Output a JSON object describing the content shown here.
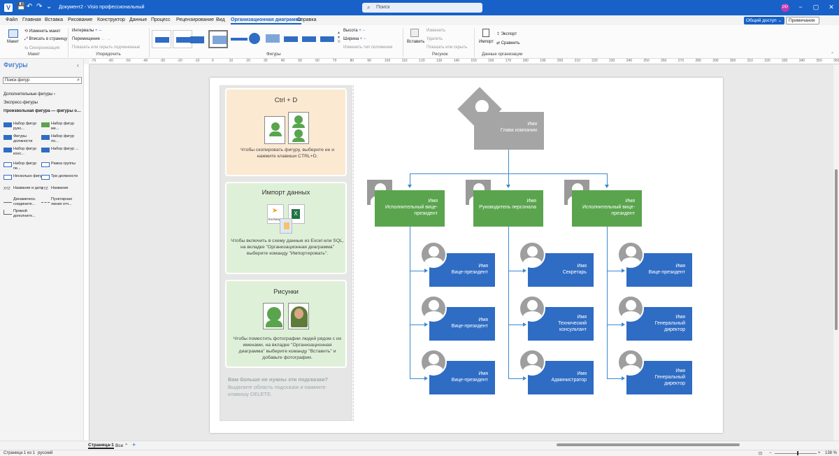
{
  "titlebar": {
    "doc_title": "Документ2  -  Visio профессиональный",
    "search_placeholder": "Поиск",
    "avatar_initials": "РР",
    "minimize": "−",
    "restore": "▢",
    "close": "✕"
  },
  "menu": {
    "tabs": [
      "Файл",
      "Главная",
      "Вставка",
      "Рисование",
      "Конструктор",
      "Данные",
      "Процесс",
      "Рецензирование",
      "Вид",
      "Организационная диаграмма",
      "Справка"
    ],
    "share_label": "Общий доступ",
    "comments_label": "Примечания"
  },
  "ribbon": {
    "layout_label": "Макет",
    "change_layout": "Изменить макет",
    "fit_page": "Вписать в страницу",
    "sync": "Синхронизация",
    "intervals": "Интервалы",
    "move": "Перемещение",
    "show_hide_sub": "Показать или скрыть подчиненные",
    "group_arrange": "Упорядочить",
    "height": "Высота",
    "width": "Ширина",
    "change_text_pos": "Изменить тип положения",
    "group_shapes": "Фигуры",
    "insert": "Вставить",
    "change": "Изменить",
    "delete": "Удалить",
    "show_hide": "Показать или скрыть",
    "group_picture": "Рисунок",
    "import": "Импорт",
    "export": "Экспорт",
    "compare": "Сравнить",
    "group_orgdata": "Данные организации"
  },
  "ruler_ticks": [
    "-70",
    "-60",
    "-50",
    "-40",
    "-30",
    "-20",
    "-10",
    "0",
    "10",
    "20",
    "30",
    "40",
    "50",
    "60",
    "70",
    "80",
    "90",
    "100",
    "110",
    "120",
    "130",
    "140",
    "150",
    "160",
    "170",
    "180",
    "190",
    "200",
    "210",
    "220",
    "230",
    "240",
    "250",
    "260",
    "270",
    "280",
    "290",
    "300",
    "310",
    "320",
    "330",
    "340",
    "350",
    "360"
  ],
  "sidebar": {
    "title": "Фигуры",
    "search_placeholder": "Поиск фигур",
    "more_shapes": "Дополнительные фигуры",
    "quick_shapes": "Экспресс-фигуры",
    "current_stencil": "Произвольная фигура — фигуры организационной диаграммы",
    "stencils": [
      "Набор фигур руко...",
      "Набор фигур ме...",
      "Фигуры должности",
      "Набор фигур по...",
      "Набор фигур конс...",
      "Набор фигур ...",
      "Набор фигур пе...",
      "Рамка группы",
      "Несколько фигур",
      "Три должности",
      "Название и дата",
      "Название",
      "Динамическ. соедините...",
      "Пунктирная линия отч...",
      "Прямой дополните..."
    ]
  },
  "hints": {
    "copy_title": "Ctrl + D",
    "copy_desc": "Чтобы скопировать фигуру, выберите ее и нажмите клавиши CTRL+D.",
    "import_title": "Импорт данных",
    "import_exchange": "Exchange",
    "import_desc": "Чтобы включить в схему данные из Excel или SQL, на вкладке \"Организационная диаграмма\" выберите команду \"Импортировать\".",
    "pictures_title": "Рисунки",
    "pictures_desc": "Чтобы поместить фотографии людей рядом с их именами, на вкладке \"Организационная диаграмма\" выберите команду \"Вставить\" и добавьте фотографии.",
    "nomore_title": "Вам больше не нужны эти подсказки?",
    "nomore_desc": "Выделите область подсказок и нажмите клавишу DELETE."
  },
  "org": {
    "top": {
      "name": "Имя",
      "title": "Глава компании"
    },
    "level2": [
      {
        "name": "Имя",
        "title": "Исполнительный вице-президент"
      },
      {
        "name": "Имя",
        "title": "Руководитель персонала"
      },
      {
        "name": "Имя",
        "title": "Исполнительный вице-президент"
      }
    ],
    "col1": [
      {
        "name": "Имя",
        "title": "Вице-президент"
      },
      {
        "name": "Имя",
        "title": "Вице-президент"
      },
      {
        "name": "Имя",
        "title": "Вице-президент"
      }
    ],
    "col2": [
      {
        "name": "Имя",
        "title": "Секретарь"
      },
      {
        "name": "Имя",
        "title": "Технический консультант"
      },
      {
        "name": "Имя",
        "title": "Администратор"
      }
    ],
    "col3": [
      {
        "name": "Имя",
        "title": "Вице-президент"
      },
      {
        "name": "Имя",
        "title": "Генеральный директор"
      },
      {
        "name": "Имя",
        "title": "Генеральный директор"
      }
    ]
  },
  "tabbar": {
    "page_tab": "Страница-1",
    "all_tab": "Все",
    "add": "+"
  },
  "status": {
    "page": "Страница 1 из 1",
    "language": "русский",
    "zoom": "138 %"
  }
}
